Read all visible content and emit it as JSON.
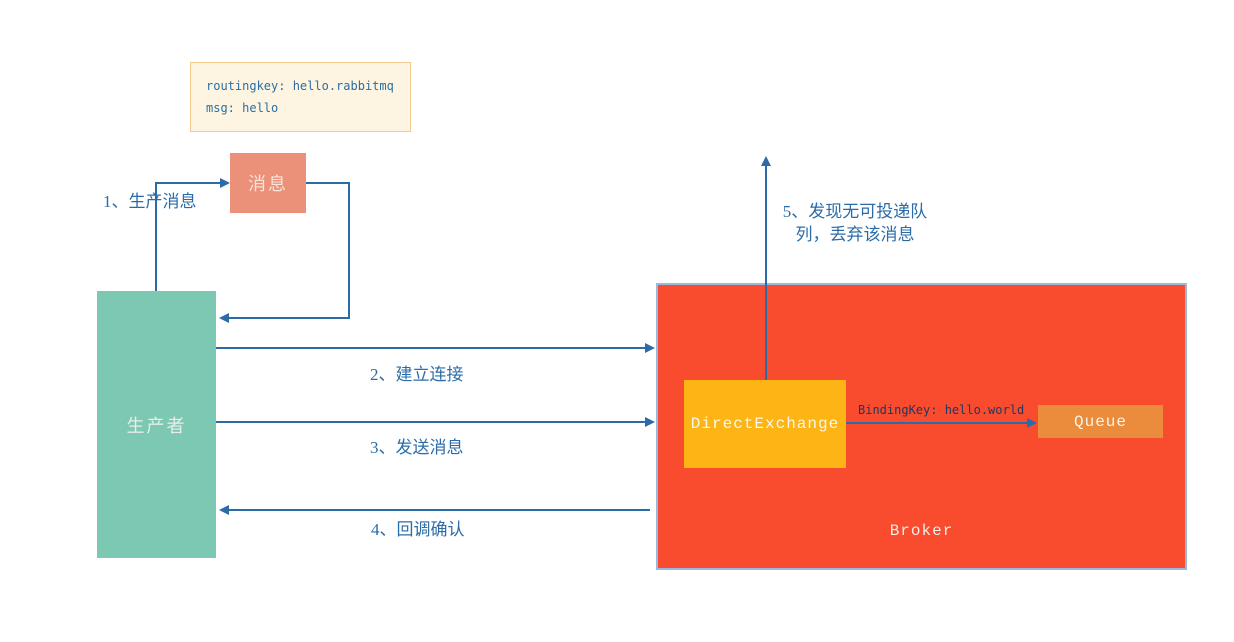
{
  "diagram": {
    "note": {
      "line1": "routingkey: hello.rabbitmq",
      "line2": "msg: hello"
    },
    "nodes": {
      "message": {
        "label": "消息",
        "bg": "#ec9179"
      },
      "producer": {
        "label": "生产者",
        "bg": "#7dc8b2"
      },
      "broker": {
        "label": "Broker",
        "bg": "#f94b2e",
        "border": "#9ab7e0"
      },
      "exchange": {
        "label": "DirectExchange",
        "bg": "#fcb514"
      },
      "queue": {
        "label": "Queue",
        "bg": "#ea8c3b"
      }
    },
    "labels": {
      "step1": "1、生产消息",
      "step2": "2、建立连接",
      "step3": "3、发送消息",
      "step4": "4、回调确认",
      "step5": "5、发现无可投递队列，丢弃该消息",
      "binding": "BindingKey: hello.world"
    },
    "colors": {
      "connector": "#2b6ca8",
      "step_label_text": "#2b6ca8",
      "binding_label_text": "#1f3864",
      "note_bg": "#fdf5e1",
      "note_border": "#f2c98f",
      "note_text": "#2a6ea6",
      "box_text": "#f5f2ee",
      "background": "#ffffff"
    }
  }
}
